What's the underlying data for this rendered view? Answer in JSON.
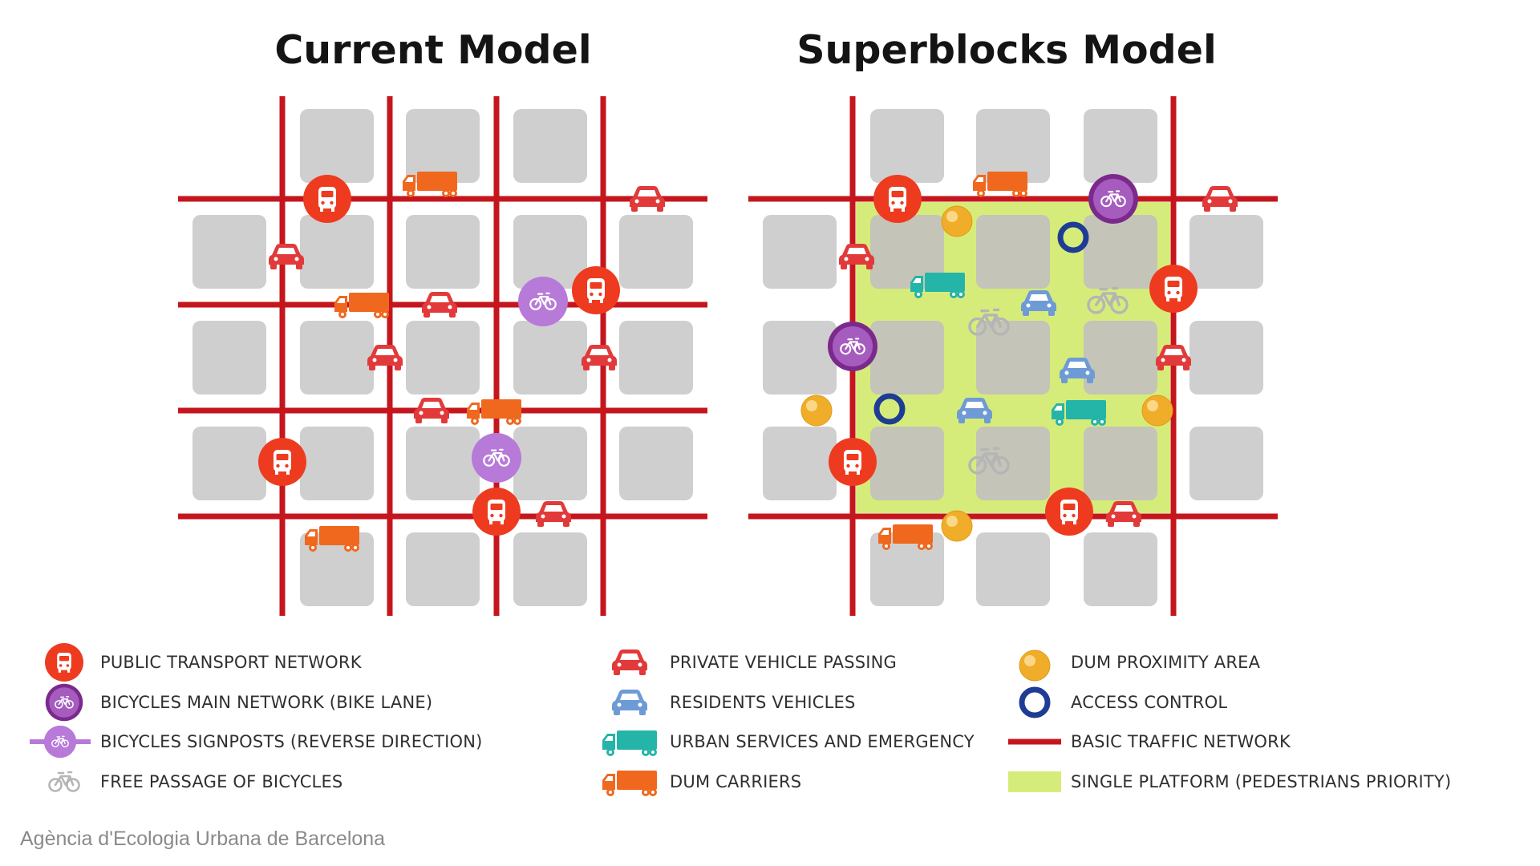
{
  "titles": {
    "current": "Current Model",
    "superblocks": "Superblocks Model"
  },
  "colors": {
    "block": "#cfcfcf",
    "street": "#c4161c",
    "platform": "#d6ec7a",
    "public_transport": "#ee3b1f",
    "private_vehicle": "#e23a3a",
    "resident_vehicle": "#6e9bd6",
    "urban_services": "#25b4a8",
    "dum_carrier": "#f0681e",
    "bike_main": "#7b2a8c",
    "bike_signpost": "#b77ad9",
    "free_bike": "#bdbdbd",
    "dum_area": "#f0ad2a",
    "access_control": "#1f3c95",
    "credit_text": "#8a8a8a"
  },
  "legend": {
    "public_transport": {
      "label": "PUBLIC TRANSPORT NETWORK",
      "icon": "bus-circle-icon"
    },
    "bike_main": {
      "label": "BICYCLES MAIN NETWORK (BIKE LANE)",
      "icon": "bicycle-circle-icon"
    },
    "bike_signposts": {
      "label": "BICYCLES SIGNPOSTS (REVERSE DIRECTION)",
      "icon": "bicycle-signpost-icon"
    },
    "free_bike": {
      "label": "FREE PASSAGE OF BICYCLES",
      "icon": "bicycle-outline-icon"
    },
    "private_vehicle": {
      "label": "PRIVATE VEHICLE PASSING",
      "icon": "car-icon"
    },
    "residents": {
      "label": "RESIDENTS VEHICLES",
      "icon": "car-icon"
    },
    "urban_services": {
      "label": "URBAN SERVICES AND EMERGENCY",
      "icon": "truck-icon"
    },
    "dum_carriers": {
      "label": "DUM CARRIERS",
      "icon": "truck-icon"
    },
    "dum_area": {
      "label": "DUM PROXIMITY AREA",
      "icon": "dot-icon"
    },
    "access_control": {
      "label": "ACCESS CONTROL",
      "icon": "ring-icon"
    },
    "basic_traffic": {
      "label": "BASIC TRAFFIC NETWORK",
      "icon": "line-icon"
    },
    "single_platform": {
      "label": "SINGLE PLATFORM (PEDESTRIANS PRIORITY)",
      "icon": "swatch-icon"
    }
  },
  "credit": "Agència d'Ecologia Urbana de Barcelona"
}
